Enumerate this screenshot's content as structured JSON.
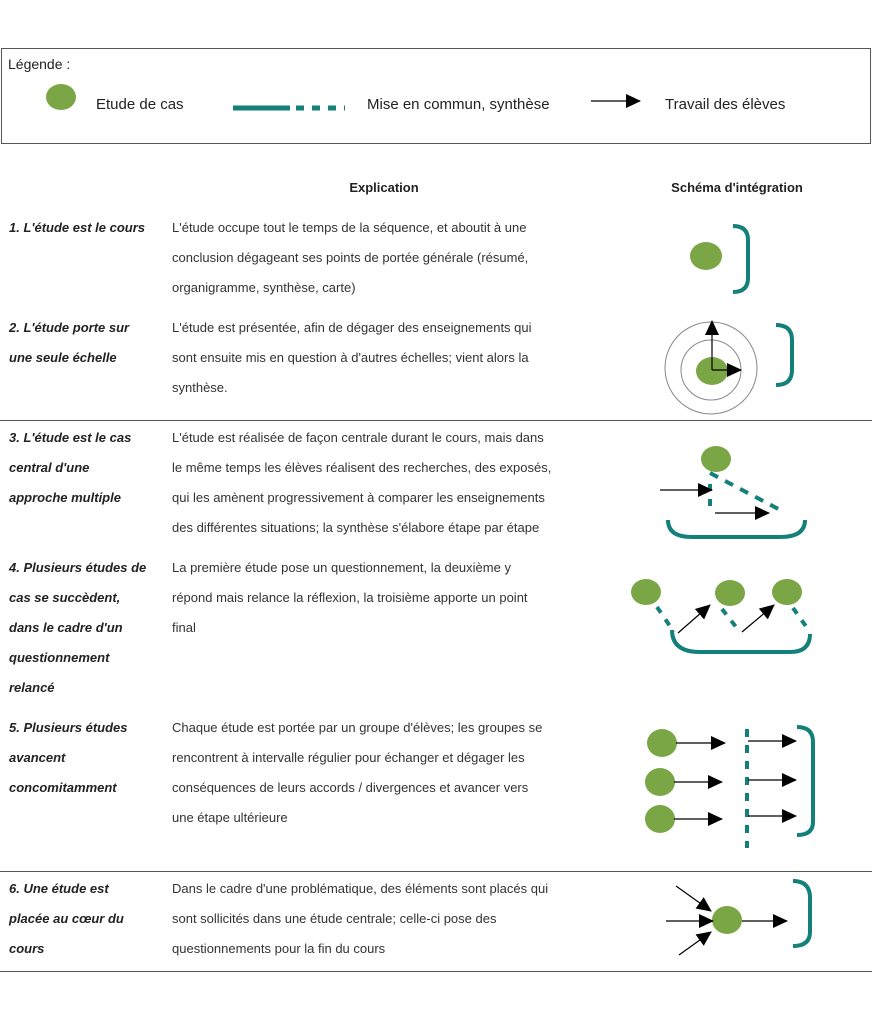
{
  "legend": {
    "title": "Légende :",
    "case_study": "Etude de cas",
    "synthesis": "Mise en commun, synthèse",
    "student_work": "Travail des élèves"
  },
  "headers": {
    "explanation": "Explication",
    "schema": "Schéma d'intégration"
  },
  "rows": [
    {
      "label": [
        "1. L'étude est le cours"
      ],
      "text": [
        "L'étude occupe tout le temps de la séquence, et aboutit à une",
        "conclusion dégageant ses points de portée générale (résumé,",
        "organigramme, synthèse, carte)"
      ]
    },
    {
      "label": [
        "2. L'étude porte sur",
        "une seule échelle"
      ],
      "text": [
        "L'étude est présentée, afin de dégager des enseignements qui",
        "sont ensuite mis en question à d'autres échelles; vient alors la",
        "synthèse."
      ]
    },
    {
      "label": [
        "3. L'étude est le cas",
        "central d'une",
        "approche multiple"
      ],
      "text": [
        "L'étude est réalisée de façon centrale durant le cours, mais dans",
        "le même temps les élèves réalisent des recherches, des exposés,",
        "qui les amènent progressivement à comparer les enseignements",
        "des différentes situations; la synthèse s'élabore étape par étape"
      ]
    },
    {
      "label": [
        "4. Plusieurs études de",
        "cas se succèdent,",
        "dans le cadre d'un",
        "questionnement",
        "relancé"
      ],
      "text": [
        "La première étude pose un questionnement, la deuxième y",
        "répond mais relance la réflexion, la troisième apporte un point",
        "final"
      ]
    },
    {
      "label": [
        "5. Plusieurs études",
        "avancent",
        "concomitamment"
      ],
      "text": [
        "Chaque étude est portée par un groupe d'élèves; les groupes se",
        "rencontrent à intervalle régulier pour échanger et dégager les",
        "conséquences de leurs accords / divergences et avancer vers",
        "une étape ultérieure"
      ]
    },
    {
      "label": [
        "6. Une étude est",
        "placée au cœur du",
        "cours"
      ],
      "text": [
        "Dans le cadre d'une problématique, des éléments sont placés qui",
        "sont sollicités dans une étude centrale; celle-ci pose des",
        "questionnements pour la fin du cours"
      ]
    }
  ],
  "colors": {
    "case_study": "#7aa646",
    "synthesis": "#13807a",
    "arrow": "#000000"
  }
}
